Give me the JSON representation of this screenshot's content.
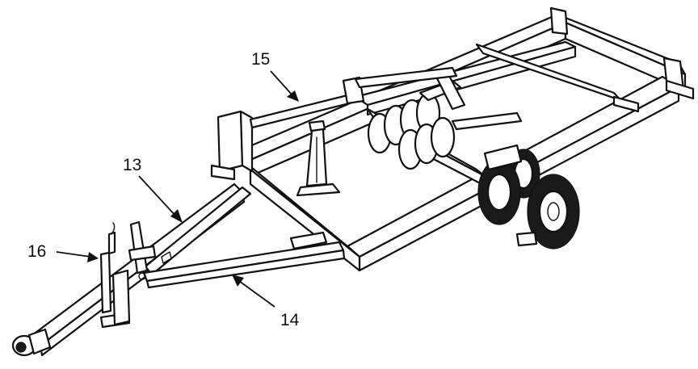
{
  "callouts": [
    {
      "id": "13",
      "label": "13"
    },
    {
      "id": "14",
      "label": "14"
    },
    {
      "id": "15",
      "label": "15"
    },
    {
      "id": "16",
      "label": "16"
    }
  ],
  "colors": {
    "line": "#111111",
    "background": "#ffffff"
  }
}
